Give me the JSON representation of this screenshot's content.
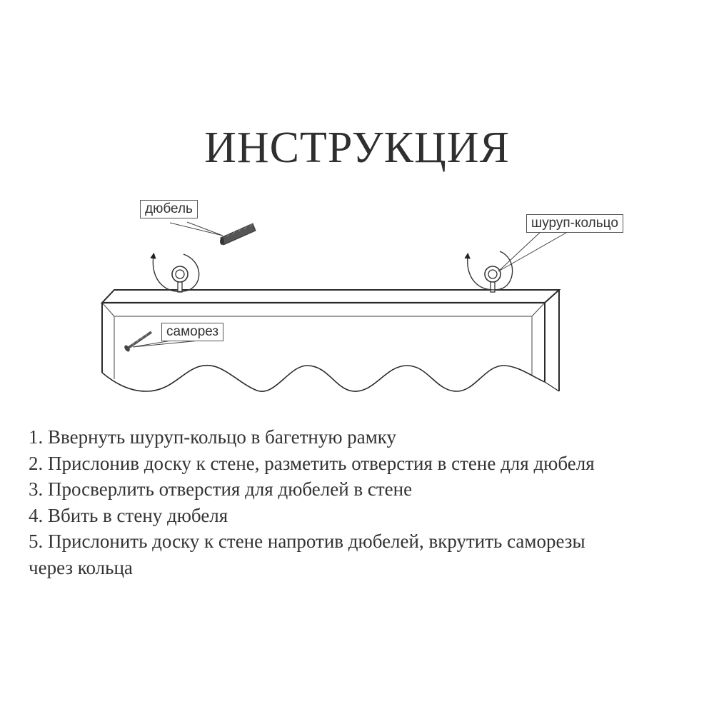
{
  "title": "ИНСТРУКЦИЯ",
  "diagram": {
    "labels": {
      "dowel": "дюбель",
      "eye_screw": "шуруп-кольцо",
      "wood_screw": "саморез"
    },
    "icons": [
      "dowel-icon",
      "eye-screw-icon",
      "wood-screw-icon",
      "rotation-arrow-icon",
      "valance-board"
    ]
  },
  "steps": [
    "1. Ввернуть шуруп-кольцо в багетную рамку",
    "2. Прислонив доску к стене, разметить отверстия в стене для дюбеля",
    "3. Просверлить отверстия для дюбелей в стене",
    "4. Вбить в стену дюбеля",
    "5. Прислонить доску к стене напротив дюбелей, вкрутить саморезы",
    "через кольца"
  ],
  "colors": {
    "line": "#2a2a2a",
    "text": "#333333",
    "background": "#ffffff"
  }
}
